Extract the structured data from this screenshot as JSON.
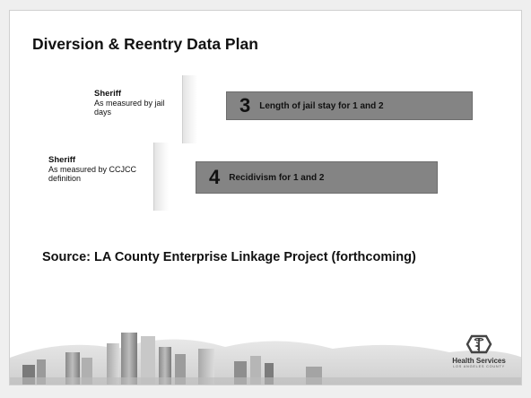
{
  "slide": {
    "title": "Diversion & Reentry Data Plan",
    "rows": [
      {
        "label_title": "Sheriff",
        "label_sub": "As measured by jail days",
        "number": "3",
        "text": "Length of jail stay for 1 and 2"
      },
      {
        "label_title": "Sheriff",
        "label_sub": "As measured by CCJCC definition",
        "number": "4",
        "text": "Recidivism for 1 and 2"
      }
    ],
    "source": "Source: LA County Enterprise Linkage Project (forthcoming)"
  },
  "logo": {
    "name": "Health Services",
    "subtitle": "LOS ANGELES COUNTY",
    "icon": "caduceus-icon"
  },
  "colors": {
    "bar": "#848484",
    "background": "#efefef",
    "slide": "#ffffff"
  }
}
